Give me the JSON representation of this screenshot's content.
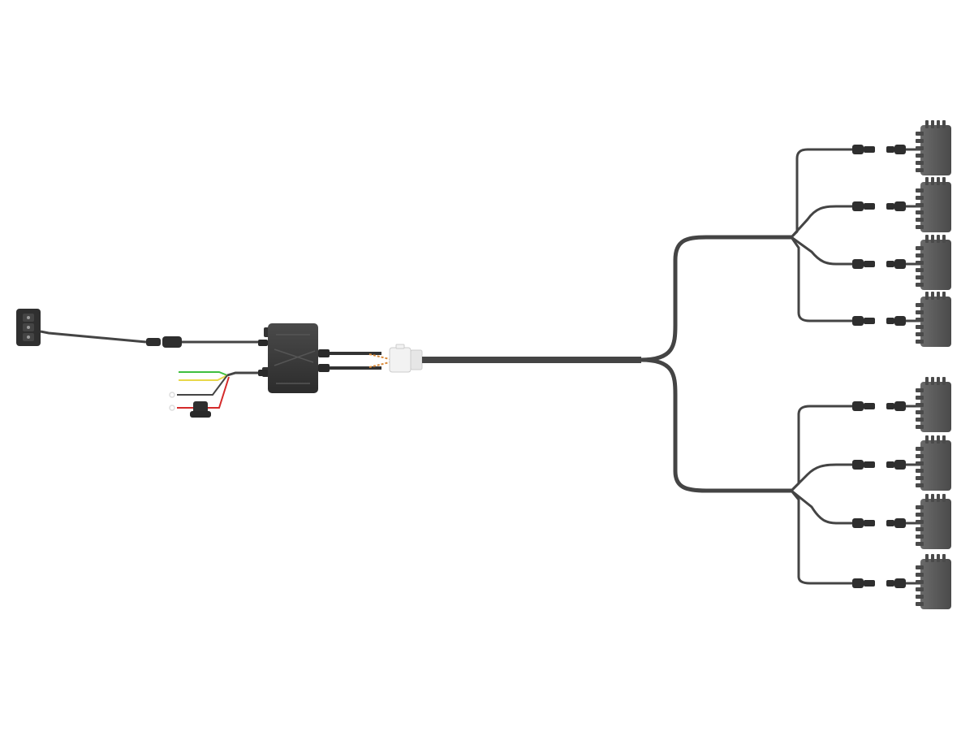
{
  "diagram": {
    "background": "#ffffff",
    "colors": {
      "cable": "#444444",
      "cable_dark": "#333333",
      "module": "#3b3b3b",
      "module_edge": "#2a2a2a",
      "switch_body": "#2f2f2f",
      "connector": "#2e2e2e",
      "plug_white": "#f2f2f2",
      "pod_body": "#5a5a5a",
      "pod_fins": "#4a4a4a",
      "wire_green": "#3fbf3f",
      "wire_yellow": "#e8d84a",
      "wire_red": "#d42a2a",
      "wire_black": "#444444",
      "wire_orange": "#d98a3a",
      "ring_terminal": "#dddddd"
    },
    "components": {
      "control_switch": {
        "name": "switch-panel",
        "buttons": 3
      },
      "control_module": {
        "name": "control-box"
      },
      "power_harness": {
        "name": "power-leads",
        "wires": [
          "green",
          "yellow",
          "black",
          "red"
        ],
        "fuse": true
      },
      "white_connector": {
        "name": "main-connector"
      },
      "branches": [
        {
          "group": "upper",
          "pods": 4
        },
        {
          "group": "lower",
          "pods": 4
        }
      ]
    }
  }
}
